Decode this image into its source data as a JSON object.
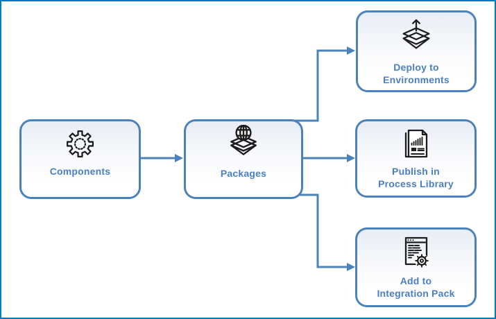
{
  "window": {
    "frame_color": "#0079c0",
    "background": "#ffffff"
  },
  "diagram": {
    "type": "flowchart",
    "colors": {
      "node_border": "#4c82ba",
      "node_label": "#4a7fc4",
      "connector": "#4c82ba",
      "node_fill_top": "#e8edf5",
      "node_fill_bottom": "#ffffff",
      "icon_stroke": "#1c1c1c"
    },
    "nodes": [
      {
        "id": "components",
        "label": "Components",
        "icon": "gear-icon"
      },
      {
        "id": "packages",
        "label": "Packages",
        "icon": "package-globe-icon"
      },
      {
        "id": "deploy-to-environments",
        "label": "Deploy to\nEnvironments",
        "icon": "deploy-box-arrow-icon"
      },
      {
        "id": "publish-in-process-library",
        "label": "Publish in\nProcess Library",
        "icon": "document-chart-icon"
      },
      {
        "id": "add-to-integration-pack",
        "label": "Add to\nIntegration Pack",
        "icon": "window-gear-icon"
      }
    ],
    "edges": [
      {
        "from": "components",
        "to": "packages"
      },
      {
        "from": "packages",
        "to": "deploy-to-environments"
      },
      {
        "from": "packages",
        "to": "publish-in-process-library"
      },
      {
        "from": "packages",
        "to": "add-to-integration-pack"
      }
    ]
  }
}
